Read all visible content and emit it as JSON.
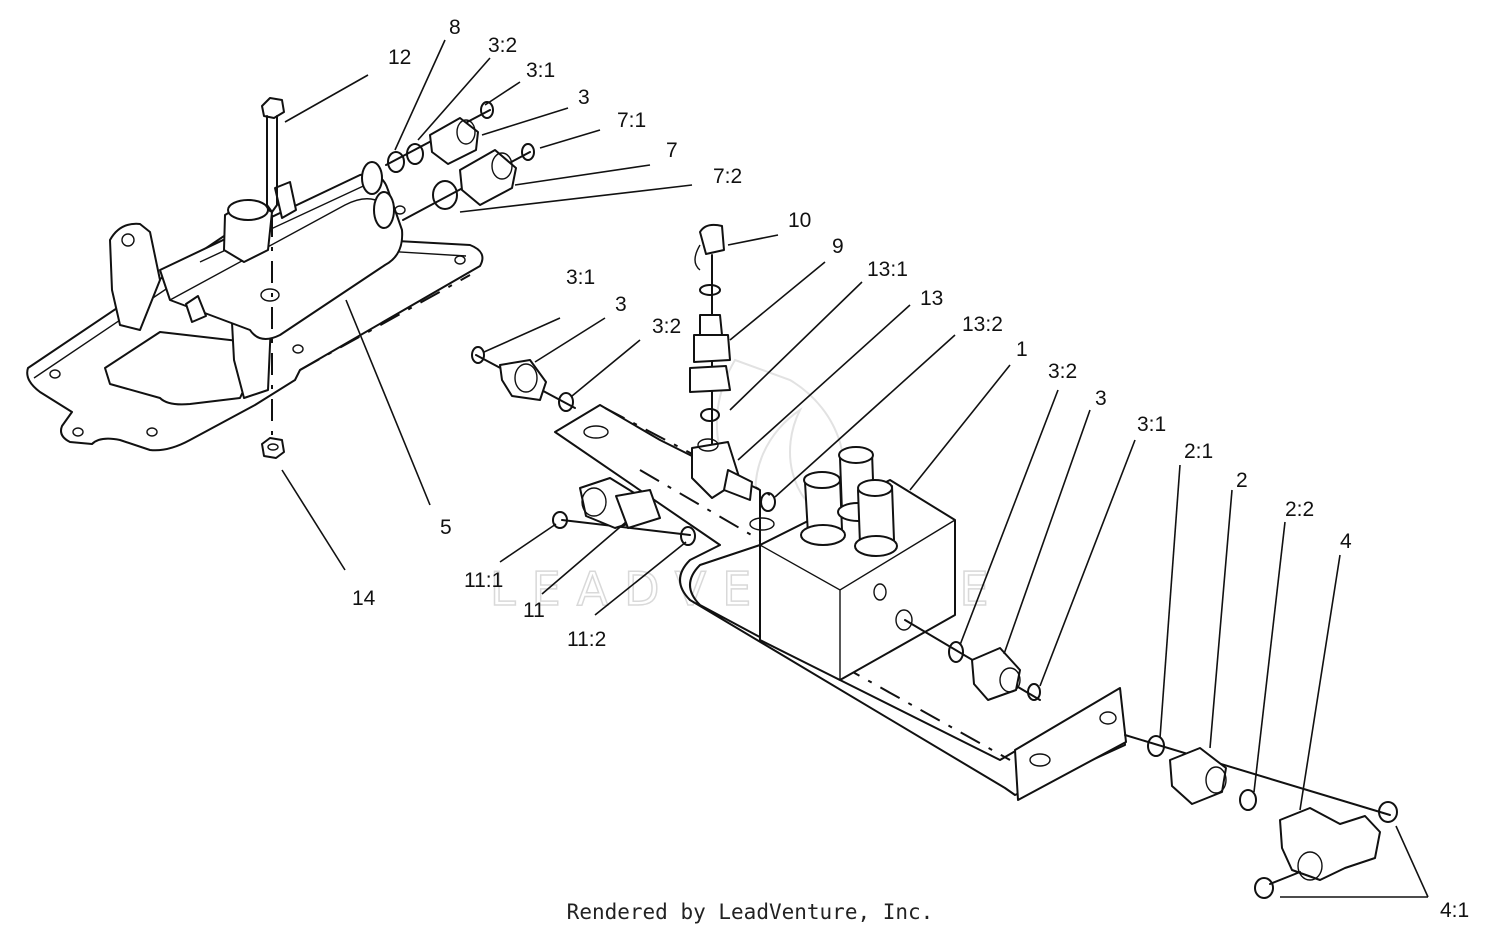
{
  "watermark": "LEADVENTURE",
  "footer": "Rendered by LeadVenture, Inc.",
  "callouts": {
    "c1": "1",
    "c2": "2",
    "c2_1": "2:1",
    "c2_2": "2:2",
    "c3_a": "3",
    "c3_1_a": "3:1",
    "c3_2_a": "3:2",
    "c3_b": "3",
    "c3_1_b": "3:1",
    "c3_2_b": "3:2",
    "c3_c": "3",
    "c3_1_c": "3:1",
    "c3_2_c": "3:2",
    "c4": "4",
    "c4_1": "4:1",
    "c5": "5",
    "c7": "7",
    "c7_1": "7:1",
    "c7_2": "7:2",
    "c8": "8",
    "c9": "9",
    "c10": "10",
    "c11": "11",
    "c11_1": "11:1",
    "c11_2": "11:2",
    "c12": "12",
    "c13": "13",
    "c13_1": "13:1",
    "c13_2": "13:2",
    "c14": "14"
  }
}
